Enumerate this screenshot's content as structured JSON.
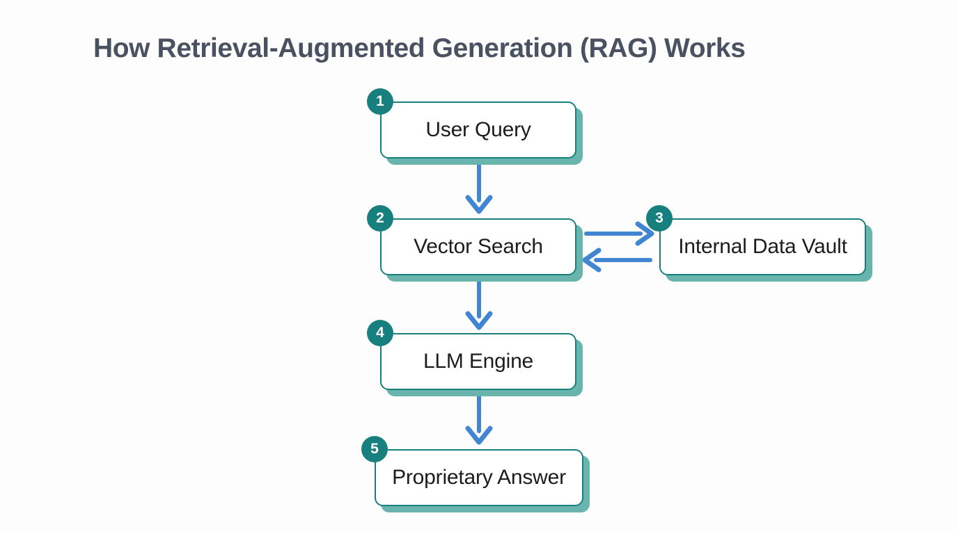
{
  "page": {
    "title": "How Retrieval-Augmented Generation (RAG) Works",
    "background_color": "#fdfdfd",
    "title_color": "#4a5160"
  },
  "theme": {
    "node_border_color": "#17807e",
    "node_fill_color": "#ffffff",
    "node_shadow_color": "#69b5ad",
    "badge_color": "#17807e",
    "badge_text_color": "#ffffff",
    "arrow_color": "#4186d3",
    "label_color": "#1c1c1c"
  },
  "diagram": {
    "type": "flowchart",
    "nodes": [
      {
        "id": "user-query",
        "step": "1",
        "label": "User Query"
      },
      {
        "id": "vector-search",
        "step": "2",
        "label": "Vector Search"
      },
      {
        "id": "internal-data-vault",
        "step": "3",
        "label": "Internal Data Vault"
      },
      {
        "id": "llm-engine",
        "step": "4",
        "label": "LLM Engine"
      },
      {
        "id": "proprietary-answer",
        "step": "5",
        "label": "Proprietary Answer"
      }
    ],
    "edges": [
      {
        "id": "edge-1",
        "from": "user-query",
        "to": "vector-search",
        "direction": "down"
      },
      {
        "id": "edge-2",
        "from": "vector-search",
        "to": "internal-data-vault",
        "direction": "right"
      },
      {
        "id": "edge-3",
        "from": "internal-data-vault",
        "to": "vector-search",
        "direction": "left"
      },
      {
        "id": "edge-4",
        "from": "vector-search",
        "to": "llm-engine",
        "direction": "down"
      },
      {
        "id": "edge-5",
        "from": "llm-engine",
        "to": "proprietary-answer",
        "direction": "down"
      }
    ]
  }
}
